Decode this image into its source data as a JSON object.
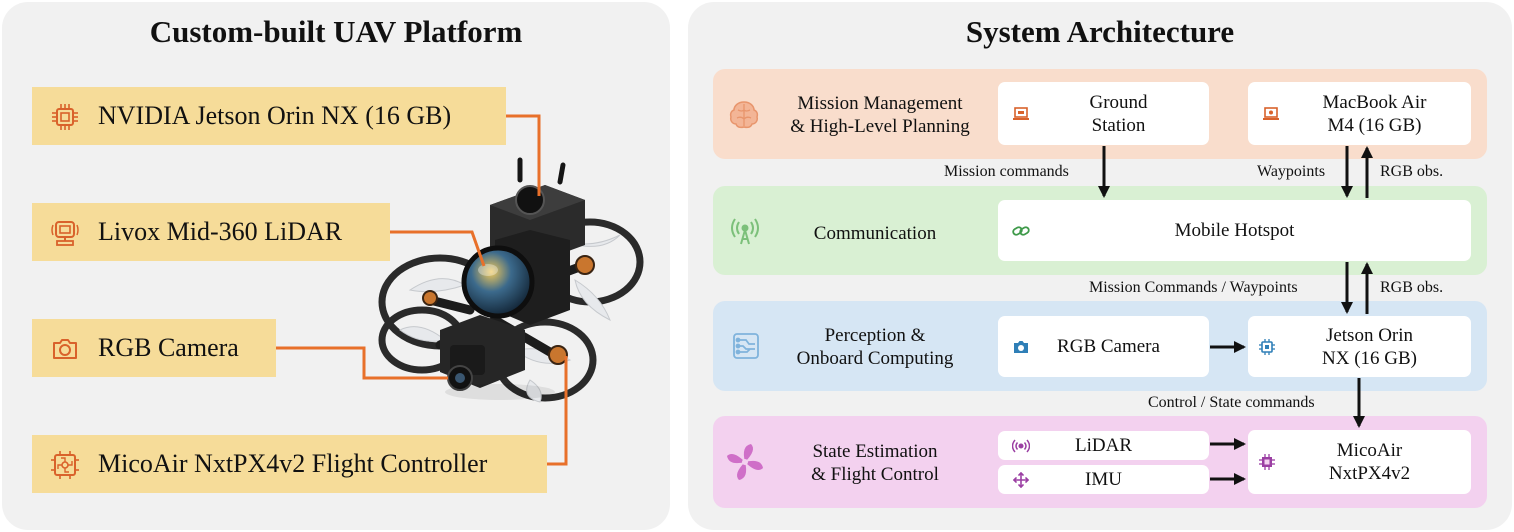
{
  "left_panel": {
    "title": "Custom-built UAV Platform",
    "components": [
      {
        "label": "NVIDIA Jetson Orin NX (16 GB)",
        "icon": "chip-icon"
      },
      {
        "label": "Livox Mid-360 LiDAR",
        "icon": "lidar-icon"
      },
      {
        "label": "RGB Camera",
        "icon": "camera-icon"
      },
      {
        "label": "MicoAir NxtPX4v2 Flight Controller",
        "icon": "circuit-board-icon"
      }
    ],
    "drone_image": "quadcopter-drone-photo"
  },
  "right_panel": {
    "title": "System Architecture",
    "layers": {
      "mission": {
        "label_line1": "Mission Management",
        "label_line2": "& High-Level Planning",
        "icon": "brain-icon",
        "color": "#f9ddcc",
        "nodes": {
          "ground_station": {
            "line1": "Ground",
            "line2": "Station",
            "icon": "laptop-icon"
          },
          "macbook": {
            "line1": "MacBook Air",
            "line2": "M4 (16 GB)",
            "icon": "laptop-icon"
          }
        }
      },
      "communication": {
        "label": "Communication",
        "icon": "antenna-icon",
        "color": "#d9f0d3",
        "nodes": {
          "hotspot": {
            "label": "Mobile Hotspot",
            "icon": "link-icon"
          }
        }
      },
      "perception": {
        "label_line1": "Perception &",
        "label_line2": "Onboard Computing",
        "icon": "circuit-icon",
        "color": "#d6e6f4",
        "nodes": {
          "camera": {
            "label": "RGB Camera",
            "icon": "camera-icon"
          },
          "jetson": {
            "line1": "Jetson Orin",
            "line2": "NX (16 GB)",
            "icon": "chip-icon"
          }
        }
      },
      "control": {
        "label_line1": "State Estimation",
        "label_line2": "& Flight Control",
        "icon": "propeller-icon",
        "color": "#f3d1ef",
        "nodes": {
          "lidar": {
            "label": "LiDAR",
            "icon": "signal-icon"
          },
          "imu": {
            "label": "IMU",
            "icon": "move-icon"
          },
          "micoair": {
            "line1": "MicoAir",
            "line2": "NxtPX4v2",
            "icon": "processor-icon"
          }
        }
      }
    },
    "edges": {
      "mission_commands": "Mission commands",
      "waypoints": "Waypoints",
      "rgb_obs_top": "RGB obs.",
      "mission_commands_waypoints": "Mission Commands / Waypoints",
      "rgb_obs_mid": "RGB obs.",
      "control_state_commands": "Control / State commands"
    }
  },
  "colors": {
    "hardware_box": "#f6dc99",
    "leader_line": "#e8702a",
    "icon_orange": "#d9622b",
    "icon_green": "#3f9a4a",
    "icon_blue": "#2f7fb7",
    "icon_purple": "#9b3fa3",
    "arrow": "#111111"
  }
}
